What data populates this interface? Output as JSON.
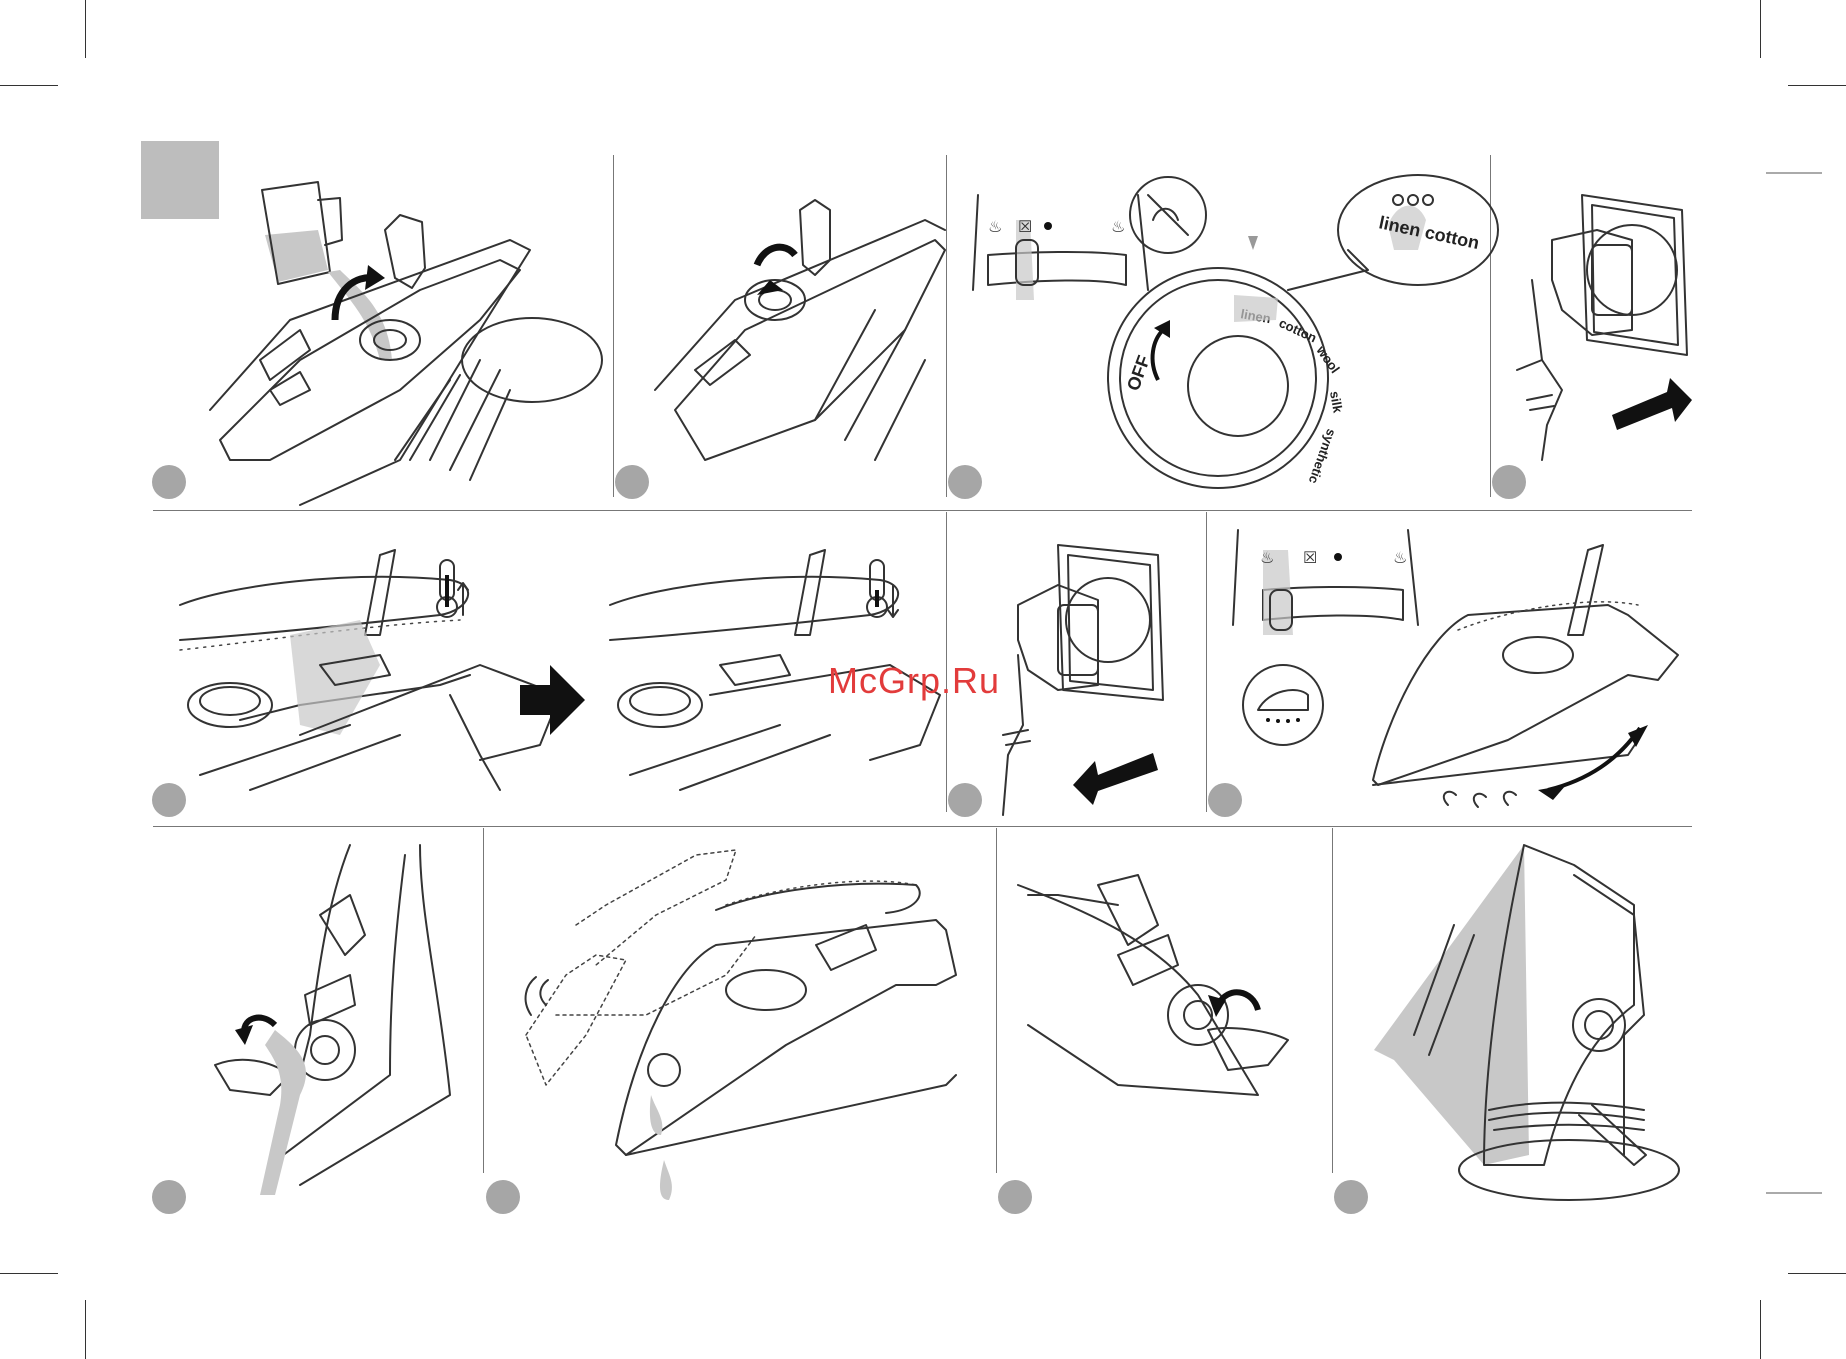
{
  "document": {
    "watermark": "McGrp.Ru",
    "colors": {
      "line": "#333333",
      "highlight_gray": "#c8c8c8",
      "step_dot": "#a6a6a6",
      "watermark": "#e23b3b"
    },
    "panels": [
      {
        "id": "fill-water",
        "icons": [
          "measuring-cup-icon",
          "rotate-arrow-icon",
          "callout-bubble"
        ]
      },
      {
        "id": "close-lid",
        "icons": [
          "rotate-arrow-icon"
        ]
      },
      {
        "id": "set-thermostat",
        "dial": {
          "label_top": "linen cotton",
          "labels_ring": [
            "linen",
            "cotton",
            "wool",
            "silk",
            "synthetic"
          ],
          "off_label": "OFF"
        },
        "icons": [
          "no-steam-icon",
          "rotate-arrow-icon"
        ]
      },
      {
        "id": "plug-in",
        "icons": [
          "plug-icon",
          "arrow-right-icon"
        ]
      },
      {
        "id": "shot-of-steam",
        "icons": [
          "thermometer-up-icon"
        ]
      },
      {
        "id": "wait-cool",
        "icons": [
          "thermometer-down-icon",
          "arrow-right-icon"
        ]
      },
      {
        "id": "unplug",
        "icons": [
          "plug-icon",
          "arrow-left-icon"
        ]
      },
      {
        "id": "vertical-steam",
        "icons": [
          "steam-soleplate-icon",
          "curved-arrow-icon"
        ]
      },
      {
        "id": "empty-tank",
        "icons": [
          "rotate-arrow-icon"
        ]
      },
      {
        "id": "shake-drain",
        "icons": [
          "shake-icon"
        ]
      },
      {
        "id": "close-flap",
        "icons": [
          "rotate-arrow-icon"
        ]
      },
      {
        "id": "store-iron",
        "icons": [
          "cord-wrap-icon"
        ]
      }
    ]
  }
}
